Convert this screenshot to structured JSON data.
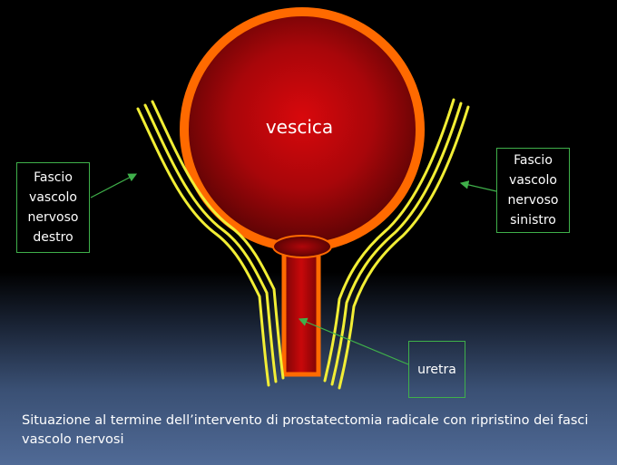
{
  "diagram": {
    "bladder_label": "vescica",
    "right_bundle_label_lines": [
      "Fascio",
      "vascolo",
      "nervoso",
      "destro"
    ],
    "left_bundle_label_lines": [
      "Fascio",
      "vascolo",
      "nervoso",
      "sinistro"
    ],
    "urethra_label": "uretra",
    "caption": "Situazione al termine dell’intervento di prostatectomia radicale con ripristino dei fasci vascolo nervosi"
  },
  "colors": {
    "bladder_outline": "#ff6a00",
    "bladder_fill_center": "#d8080c",
    "bladder_fill_edge": "#5a0404",
    "nerve_bundle": "#f2ee35",
    "label_border": "#3fb04a",
    "arrow": "#3fb04a",
    "text": "#ffffff"
  }
}
